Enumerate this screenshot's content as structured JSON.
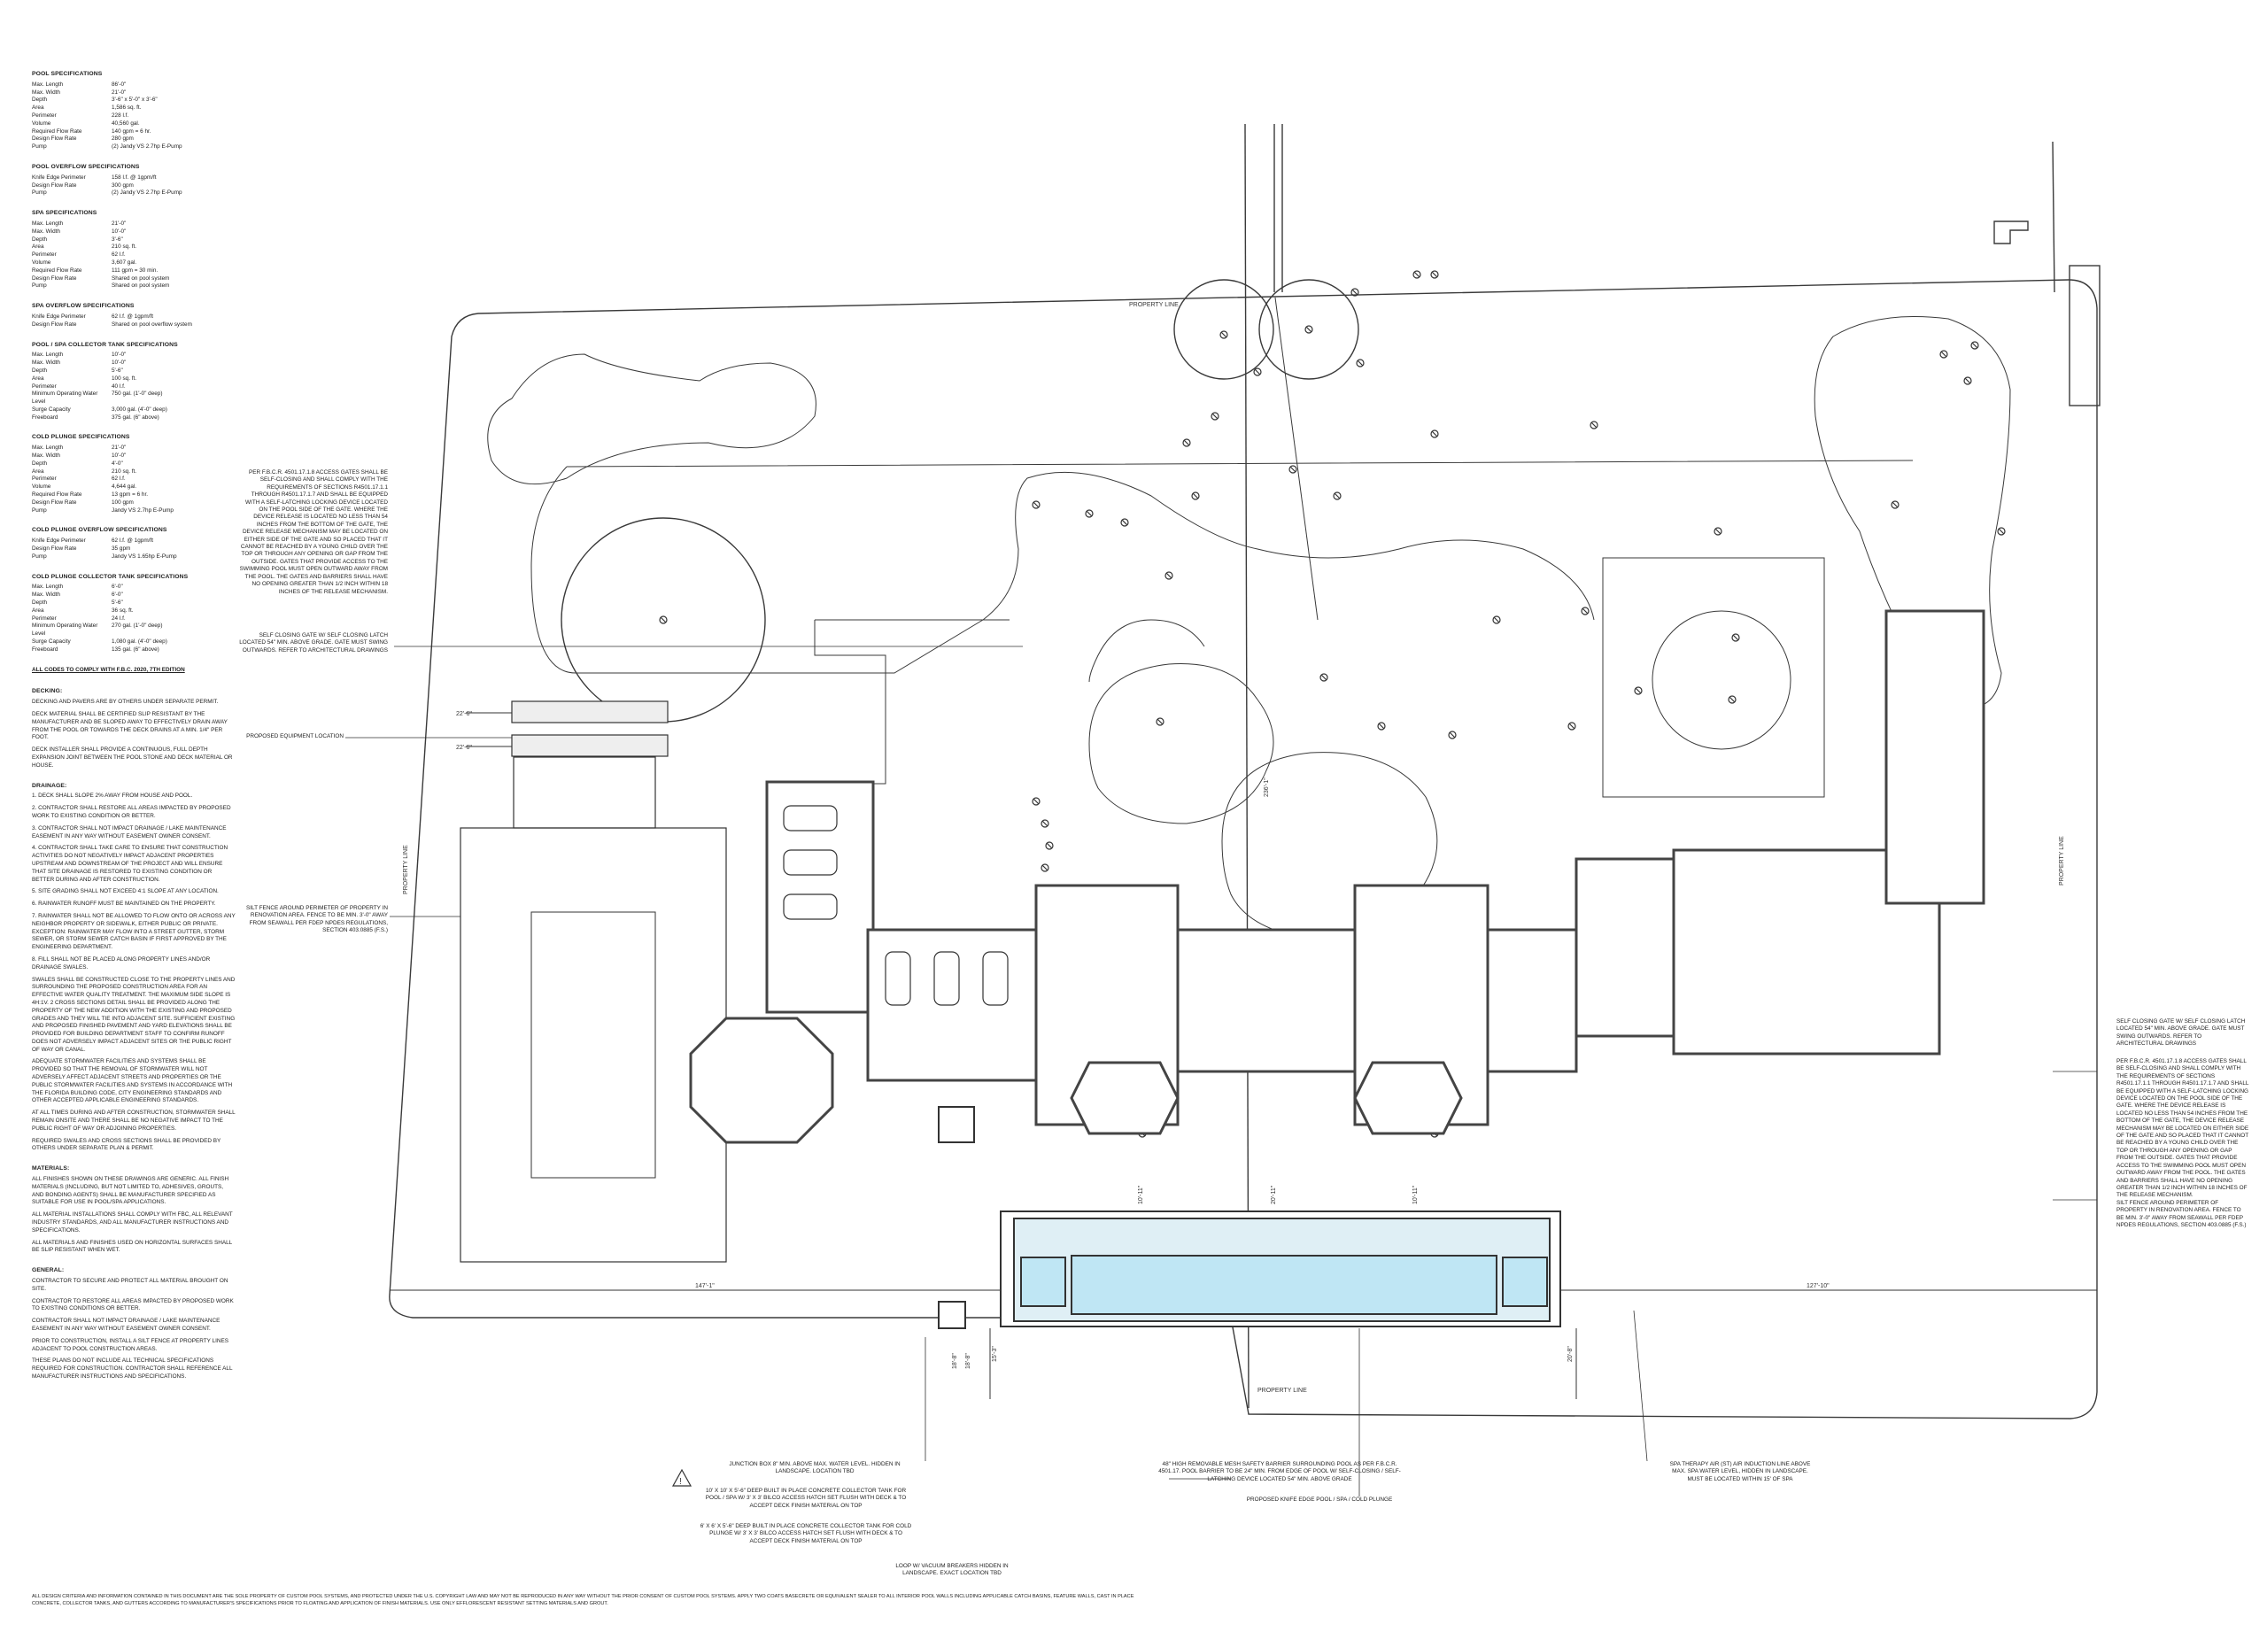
{
  "pool_specs": {
    "title": "POOL SPECIFICATIONS",
    "rows": [
      {
        "k": "Max. Length",
        "v": "86'-0\""
      },
      {
        "k": "Max. Width",
        "v": "21'-0\""
      },
      {
        "k": "Depth",
        "v": "3'-6\" x 5'-0\" x 3'-6\""
      },
      {
        "k": "Area",
        "v": "1,586 sq. ft."
      },
      {
        "k": "Perimeter",
        "v": "228 l.f."
      },
      {
        "k": "Volume",
        "v": "40,560 gal."
      },
      {
        "k": "Required Flow Rate",
        "v": "140 gpm = 6 hr."
      },
      {
        "k": "Design Flow Rate",
        "v": "280 gpm"
      },
      {
        "k": "Pump",
        "v": "(2) Jandy VS 2.7hp E-Pump"
      }
    ]
  },
  "pool_overflow": {
    "title": "POOL OVERFLOW SPECIFICATIONS",
    "rows": [
      {
        "k": "Knife Edge Perimeter",
        "v": "158 l.f. @ 1gpm/ft"
      },
      {
        "k": "Design Flow Rate",
        "v": "300 gpm"
      },
      {
        "k": "Pump",
        "v": "(2) Jandy VS 2.7hp E-Pump"
      }
    ]
  },
  "spa_specs": {
    "title": "SPA SPECIFICATIONS",
    "rows": [
      {
        "k": "Max. Length",
        "v": "21'-0\""
      },
      {
        "k": "Max. Width",
        "v": "10'-0\""
      },
      {
        "k": "Depth",
        "v": "3'-6\""
      },
      {
        "k": "Area",
        "v": "210 sq. ft."
      },
      {
        "k": "Perimeter",
        "v": "62 l.f."
      },
      {
        "k": "Volume",
        "v": "3,607 gal."
      },
      {
        "k": "Required Flow Rate",
        "v": "111 gpm = 30 min."
      },
      {
        "k": "Design Flow Rate",
        "v": "Shared on pool system"
      },
      {
        "k": "Pump",
        "v": "Shared on pool system"
      }
    ]
  },
  "spa_overflow": {
    "title": "SPA OVERFLOW SPECIFICATIONS",
    "rows": [
      {
        "k": "Knife Edge Perimeter",
        "v": "62 l.f. @ 1gpm/ft"
      },
      {
        "k": "Design Flow Rate",
        "v": "Shared on pool overflow system"
      }
    ]
  },
  "collector_specs": {
    "title": "POOL / SPA COLLECTOR TANK SPECIFICATIONS",
    "rows": [
      {
        "k": "Max. Length",
        "v": "10'-0\""
      },
      {
        "k": "Max. Width",
        "v": "10'-0\""
      },
      {
        "k": "Depth",
        "v": "5'-6\""
      },
      {
        "k": "Area",
        "v": "100 sq. ft."
      },
      {
        "k": "Perimeter",
        "v": "40 l.f."
      },
      {
        "k": "Minimum Operating Water Level",
        "v": "750 gal. (1'-0\" deep)"
      },
      {
        "k": "Surge Capacity",
        "v": "3,000 gal. (4'-0\" deep)"
      },
      {
        "k": "Freeboard",
        "v": "375 gal. (6\" above)"
      }
    ]
  },
  "plunge_specs": {
    "title": "COLD PLUNGE SPECIFICATIONS",
    "rows": [
      {
        "k": "Max. Length",
        "v": "21'-0\""
      },
      {
        "k": "Max. Width",
        "v": "10'-0\""
      },
      {
        "k": "Depth",
        "v": "4'-0\""
      },
      {
        "k": "Area",
        "v": "210 sq. ft."
      },
      {
        "k": "Perimeter",
        "v": "62 l.f."
      },
      {
        "k": "Volume",
        "v": "4,644 gal."
      },
      {
        "k": "Required Flow Rate",
        "v": "13 gpm = 6 hr."
      },
      {
        "k": "Design Flow Rate",
        "v": "100 gpm"
      },
      {
        "k": "Pump",
        "v": "Jandy VS 2.7hp E-Pump"
      }
    ]
  },
  "plunge_overflow": {
    "title": "COLD PLUNGE OVERFLOW SPECIFICATIONS",
    "rows": [
      {
        "k": "Knife Edge Perimeter",
        "v": "62 l.f. @ 1gpm/ft"
      },
      {
        "k": "Design Flow Rate",
        "v": "35 gpm"
      },
      {
        "k": "Pump",
        "v": "Jandy VS 1.65hp E-Pump"
      }
    ]
  },
  "plunge_collector": {
    "title": "COLD PLUNGE COLLECTOR TANK SPECIFICATIONS",
    "rows": [
      {
        "k": "Max. Length",
        "v": "6'-0\""
      },
      {
        "k": "Max. Width",
        "v": "6'-0\""
      },
      {
        "k": "Depth",
        "v": "5'-6\""
      },
      {
        "k": "Area",
        "v": "36 sq. ft."
      },
      {
        "k": "Perimeter",
        "v": "24 l.f."
      },
      {
        "k": "Minimum Operating Water Level",
        "v": "270 gal. (1'-0\" deep)"
      },
      {
        "k": "Surge Capacity",
        "v": "1,080 gal. (4'-0\" deep)"
      },
      {
        "k": "Freeboard",
        "v": "135 gal. (6\" above)"
      }
    ]
  },
  "comply_note": "ALL CODES TO COMPLY WITH F.B.C. 2020, 7TH EDITION",
  "decking": {
    "title": "DECKING:",
    "paras": [
      "Decking and pavers are by others under separate permit.",
      "Deck material shall be certified slip resistant by the manufacturer and be sloped away to effectively drain away from the pool or towards the deck drains at a min. 1/4\" per foot.",
      "Deck installer shall provide a continuous, full depth expansion joint between the pool stone and deck material or house."
    ]
  },
  "drainage": {
    "title": "DRAINAGE:",
    "paras": [
      "1. Deck shall slope 2% away from house and pool.",
      "2. Contractor shall restore all areas impacted by proposed work to existing condition or better.",
      "3. Contractor shall not impact drainage / lake maintenance easement in any way without easement owner consent.",
      "4. Contractor shall take care to ensure that construction activities do not negatively impact adjacent properties upstream and downstream of the project and will ensure that site drainage is restored to existing condition or better during and after construction.",
      "5. Site grading shall not exceed 4:1 slope at any location.",
      "6. Rainwater runoff must be maintained on the property.",
      "7. Rainwater shall not be allowed to flow onto or across any neighbor property or sidewalk, either public or private. Exception: rainwater may flow into a street gutter, storm sewer, or storm sewer catch basin if first approved by the engineering department.",
      "8. Fill shall not be placed along property lines and/or drainage swales.",
      "Swales shall be constructed close to the property lines and surrounding the proposed construction area for an effective water quality treatment. The maximum side slope is 4H:1V. 2 cross sections detail shall be provided along the property of the new addition with the existing and proposed grades and they will tie into adjacent site. Sufficient existing and proposed finished pavement and yard elevations shall be provided for building department staff to confirm runoff does not adversely impact adjacent sites or the public right of way or canal.",
      "Adequate stormwater facilities and systems shall be provided so that the removal of stormwater will not adversely affect adjacent streets and properties or the public stormwater facilities and systems in accordance with the Florida Building Code, City engineering standards and other accepted applicable engineering standards.",
      "At all times during and after construction, stormwater shall remain onsite and there shall be no negative impact to the public right of way or adjoining properties.",
      "Required swales and cross sections shall be provided by others under separate plan & permit."
    ]
  },
  "materials": {
    "title": "MATERIALS:",
    "paras": [
      "All finishes shown on these drawings are generic. All finish materials (including, but not limited to, adhesives, grouts, and bonding agents) shall be manufacturer specified as suitable for use in pool/spa applications.",
      "All material installations shall comply with FBC, all relevant industry standards, and all manufacturer instructions and specifications.",
      "All materials and finishes used on horizontal surfaces shall be slip resistant when wet."
    ]
  },
  "general": {
    "title": "GENERAL:",
    "paras": [
      "Contractor to secure and protect all material brought on site.",
      "Contractor to restore all areas impacted by proposed work to existing conditions or better.",
      "Contractor shall not impact drainage / lake maintenance easement in any way without easement owner consent.",
      "Prior to construction, install a silt fence at property lines adjacent to pool construction areas.",
      "These plans do not include all technical specifications required for construction. Contractor shall reference all manufacturer instructions and specifications."
    ]
  },
  "callouts": {
    "gate_code_left": "PER F.B.C.R. 4501.17.1.8 ACCESS GATES SHALL BE SELF-CLOSING AND SHALL COMPLY WITH THE REQUIREMENTS OF SECTIONS R4501.17.1.1 THROUGH R4501.17.1.7 AND SHALL BE EQUIPPED WITH A SELF-LATCHING LOCKING DEVICE LOCATED ON THE POOL SIDE OF THE GATE. WHERE THE DEVICE RELEASE IS LOCATED NO LESS THAN 54 INCHES FROM THE BOTTOM OF THE GATE, THE DEVICE RELEASE MECHANISM MAY BE LOCATED ON EITHER SIDE OF THE GATE AND SO PLACED THAT IT CANNOT BE REACHED BY A YOUNG CHILD OVER THE TOP OR THROUGH ANY OPENING OR GAP FROM THE OUTSIDE. GATES THAT PROVIDE ACCESS TO THE SWIMMING POOL MUST OPEN OUTWARD AWAY FROM THE POOL. THE GATES AND BARRIERS SHALL HAVE NO OPENING GREATER THAN 1/2 INCH WITHIN 18 INCHES OF THE RELEASE MECHANISM.",
    "self_closing_left": "SELF CLOSING GATE W/ SELF CLOSING LATCH LOCATED 54\" MIN. ABOVE GRADE. GATE MUST SWING OUTWARDS. REFER TO ARCHITECTURAL DRAWINGS",
    "equipment": "PROPOSED EQUIPMENT LOCATION",
    "silt_left": "SILT FENCE AROUND PERIMETER OF PROPERTY IN RENOVATION AREA. FENCE TO BE MIN. 3'-0\" AWAY FROM SEAWALL PER FDEP NPDES REGULATIONS, SECTION 403.0885 (F.S.)",
    "self_closing_right": "SELF CLOSING GATE W/ SELF CLOSING LATCH LOCATED 54\" MIN. ABOVE GRADE. GATE MUST SWING OUTWARDS. REFER TO ARCHITECTURAL DRAWINGS",
    "gate_code_right": "PER F.B.C.R. 4501.17.1.8 ACCESS GATES SHALL BE SELF-CLOSING AND SHALL COMPLY WITH THE REQUIREMENTS OF SECTIONS R4501.17.1.1 THROUGH R4501.17.1.7 AND SHALL BE EQUIPPED WITH A SELF-LATCHING LOCKING DEVICE LOCATED ON THE POOL SIDE OF THE GATE. WHERE THE DEVICE RELEASE IS LOCATED NO LESS THAN 54 INCHES FROM THE BOTTOM OF THE GATE, THE DEVICE RELEASE MECHANISM MAY BE LOCATED ON EITHER SIDE OF THE GATE AND SO PLACED THAT IT CANNOT BE REACHED BY A YOUNG CHILD OVER THE TOP OR THROUGH ANY OPENING OR GAP FROM THE OUTSIDE. GATES THAT PROVIDE ACCESS TO THE SWIMMING POOL MUST OPEN OUTWARD AWAY FROM THE POOL. THE GATES AND BARRIERS SHALL HAVE NO OPENING GREATER THAN 1/2 INCH WITHIN 18 INCHES OF THE RELEASE MECHANISM.",
    "silt_right": "SILT FENCE AROUND PERIMETER OF PROPERTY IN RENOVATION AREA. FENCE TO BE MIN. 3'-0\" AWAY FROM SEAWALL PER FDEP NPDES REGULATIONS, SECTION 403.0885 (F.S.)",
    "junction": "JUNCTION BOX 8\" MIN. ABOVE MAX. WATER LEVEL. HIDDEN IN LANDSCAPE. LOCATION TBD",
    "tank_pool": "10' X 10' X 5'-6\" DEEP BUILT IN PLACE CONCRETE COLLECTOR TANK FOR POOL / SPA W/ 3' X 3' BILCO ACCESS HATCH SET FLUSH WITH DECK & TO ACCEPT DECK FINISH MATERIAL ON TOP",
    "tank_plunge": "6' X 6' X 5'-6\" DEEP BUILT IN PLACE CONCRETE COLLECTOR TANK FOR COLD PLUNGE W/ 3' X 3' BILCO ACCESS HATCH SET FLUSH WITH DECK & TO ACCEPT DECK FINISH MATERIAL ON TOP",
    "vacuum": "LOOP W/ VACUUM BREAKERS HIDDEN IN LANDSCAPE. EXACT LOCATION TBD",
    "barrier": "48\" HIGH REMOVABLE MESH SAFETY BARRIER SURROUNDING POOL AS PER F.B.C.R. 4501.17. POOL BARRIER TO BE 24\" MIN. FROM EDGE OF POOL W/ SELF-CLOSING / SELF-LATCHING DEVICE LOCATED 54\" MIN. ABOVE GRADE",
    "knife_edge": "PROPOSED KNIFE EDGE POOL / SPA / COLD PLUNGE",
    "spa_air": "SPA THERAPY AIR (ST) AIR INDUCTION LINE ABOVE MAX. SPA WATER LEVEL, HIDDEN IN LANDSCAPE. MUST BE LOCATED WITHIN 15' OF SPA"
  },
  "plan_labels": {
    "property_line_top": "PROPERTY LINE",
    "property_line_bottom": "PROPERTY LINE",
    "property_line_left": "PROPERTY LINE",
    "property_line_right": "PROPERTY LINE",
    "dim_equip_1": "22'-6\"",
    "dim_equip_2": "22'-6\"",
    "dim_left": "147'-1\"",
    "dim_right": "127'-10\"",
    "dim_center": "236'-1\"",
    "dim_a": "10'-11\"",
    "dim_b": "20'-11\"",
    "dim_c": "10'-11\"",
    "dim_d": "18'-8\"",
    "dim_e": "18'-8\"",
    "dim_f": "15'-3\"",
    "dim_g": "20'-8\""
  },
  "footer": "ALL DESIGN CRITERIA AND INFORMATION CONTAINED IN THIS DOCUMENT ARE THE SOLE PROPERTY OF CUSTOM POOL SYSTEMS, AND PROTECTED UNDER THE U.S. COPYRIGHT LAW AND MAY NOT BE REPRODUCED IN ANY WAY WITHOUT THE PRIOR CONSENT OF CUSTOM POOL SYSTEMS. APPLY TWO COATS BASECRETE OR EQUIVALENT SEALER TO ALL INTERIOR POOL WALLS INCLUDING APPLICABLE CATCH BASINS, FEATURE WALLS, CAST IN PLACE CONCRETE, COLLECTOR TANKS, AND GUTTERS ACCORDING TO MANUFACTURER'S SPECIFICATIONS PRIOR TO FLOATING AND APPLICATION OF FINISH MATERIALS. USE ONLY EFFLORESCENT RESISTANT SETTING MATERIALS AND GROUT.",
  "colors": {
    "line": "#3a3a3a",
    "water": "#bfe6f4",
    "water_dark": "#8fcfe6",
    "wall": "#555555"
  }
}
